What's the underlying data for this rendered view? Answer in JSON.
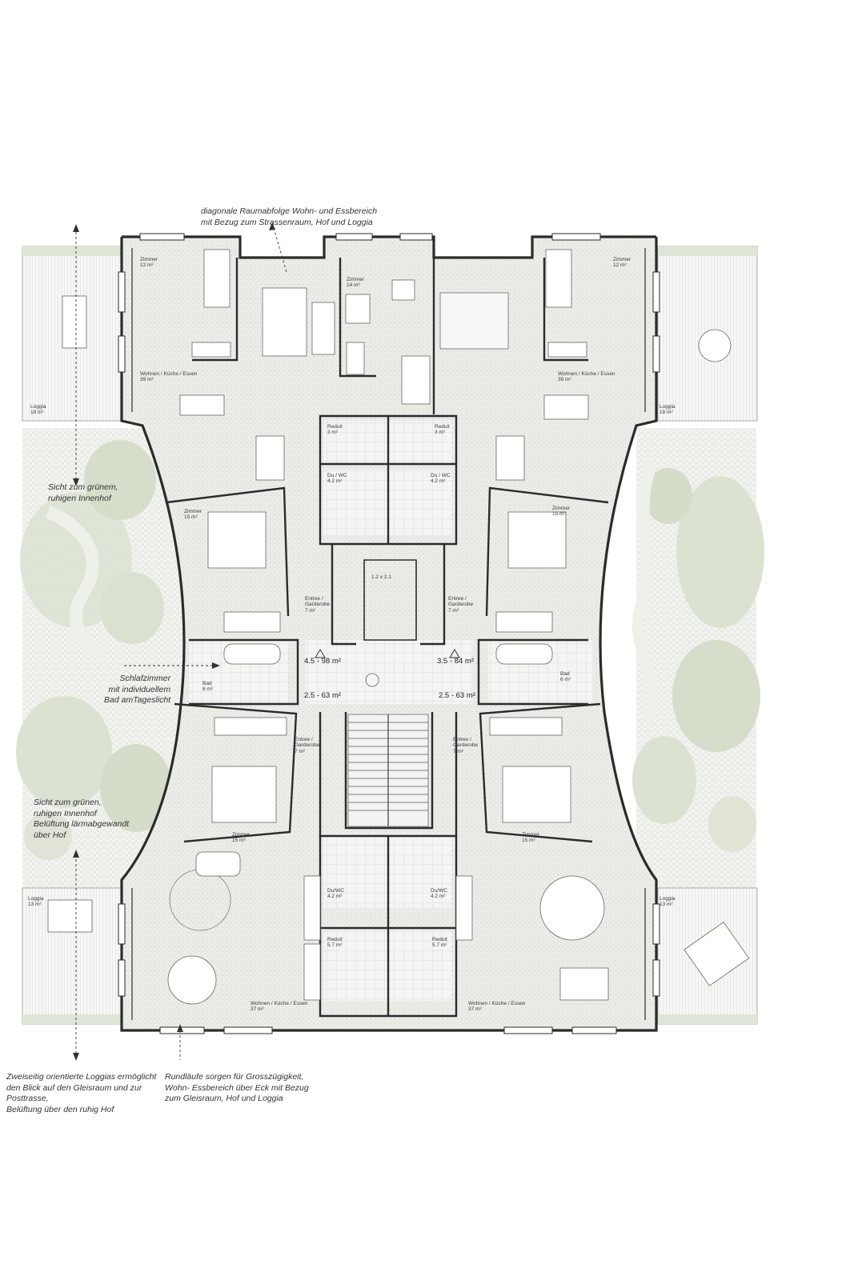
{
  "annotations": {
    "top": {
      "lines": [
        "diagonale Raumabfolge Wohn- und Essbereich",
        "mit Bezug zum Strassenraum,  Hof und Loggia"
      ]
    },
    "left_upper": {
      "lines": [
        "Sicht zum grünem,",
        "ruhigen Innenhof"
      ]
    },
    "left_middle": {
      "lines": [
        "Schlafzimmer",
        "mit individuellem",
        "Bad amTageslicht"
      ]
    },
    "left_lower": {
      "lines": [
        "Sicht zum grünen,",
        "ruhigen Innenhof",
        "Belüftung lärmabgewandt",
        "über Hof"
      ]
    },
    "bottom_left": {
      "lines": [
        "Zweiseitig orientierte Loggias ermöglicht",
        "den Blick auf den Gleisraum und zur",
        "Posttrasse,",
        "Belüftung über den ruhig Hof"
      ]
    },
    "bottom_right": {
      "lines": [
        "Rundläufe sorgen für Grosszügigkeit,",
        "Wohn- Essbereich über Eck mit Bezug",
        "zum Gleisraum, Hof und Loggia"
      ]
    }
  },
  "units": {
    "u1": "4.5 - 98 m²",
    "u2": "3.5 - 84 m²",
    "u3": "2.5 - 63 m²",
    "u4": "2.5 - 63 m²"
  },
  "rooms": {
    "zimmer_tl": {
      "name": "Zimmer",
      "area": "12 m²"
    },
    "zimmer_tr": {
      "name": "Zimmer",
      "area": "12 m²"
    },
    "zimmer_tc": {
      "name": "Zimmer",
      "area": "14 m²"
    },
    "wohnen_tl": {
      "name": "Wohnen / Küche / Essen",
      "area": "39 m²"
    },
    "wohnen_tr": {
      "name": "Wohnen / Küche / Essen",
      "area": "39 m²"
    },
    "loggia_tl": {
      "name": "Loggia",
      "area": "18 m²"
    },
    "loggia_tr": {
      "name": "Loggia",
      "area": "18 m²"
    },
    "reduit_tl": {
      "name": "Reduit",
      "area": "3 m²"
    },
    "reduit_tr": {
      "name": "Reduit",
      "area": "3 m²"
    },
    "duwc_tl": {
      "name": "Du / WC",
      "area": "4.2 m²"
    },
    "duwc_tr": {
      "name": "Du / WC",
      "area": "4.2 m²"
    },
    "zimmer_ml": {
      "name": "Zimmer",
      "area": "15 m²"
    },
    "zimmer_mr": {
      "name": "Zimmer",
      "area": "15 m²"
    },
    "lift": {
      "name": "1.2 x 2.1"
    },
    "entree_tl": {
      "name": "Entree /",
      "name2": "Garderobe",
      "area": "7 m²"
    },
    "entree_tr": {
      "name": "Entree /",
      "name2": "Garderobe",
      "area": "7 m²"
    },
    "bad_l": {
      "name": "Bad",
      "area": "8 m²"
    },
    "bad_r": {
      "name": "Bad",
      "area": "6 m²"
    },
    "entree_bl": {
      "name": "Entree /",
      "name2": "Garderobe",
      "area": "7 m²"
    },
    "entree_br": {
      "name": "Entree /",
      "name2": "Garderobe",
      "area": "7 m²"
    },
    "zimmer_bl": {
      "name": "Zimmer",
      "area": "15 m²"
    },
    "zimmer_br": {
      "name": "Zimmer",
      "area": "15 m²"
    },
    "loggia_bl": {
      "name": "Loggia",
      "area": "13 m²"
    },
    "loggia_br": {
      "name": "Loggia",
      "area": "13 m²"
    },
    "duwc_bl": {
      "name": "Du/WC",
      "area": "4.2 m²"
    },
    "duwc_br": {
      "name": "Du/WC",
      "area": "4.2 m²"
    },
    "reduit_bl": {
      "name": "Reduit",
      "area": "5.7 m²"
    },
    "reduit_br": {
      "name": "Reduit",
      "area": "5.7 m²"
    },
    "wohnen_bl": {
      "name": "Wohnen / Küche / Essen",
      "area": "37 m²"
    },
    "wohnen_br": {
      "name": "Wohnen / Küche / Essen",
      "area": "37 m²"
    }
  },
  "colors": {
    "wall": "#2b2b2b",
    "floor": "#ececea",
    "courtyard": "#f2f2ef",
    "tree_canopy": "#d9dfcf",
    "tree_dark": "#c7cfbb",
    "furniture": "#ffffff",
    "text": "#333333"
  }
}
